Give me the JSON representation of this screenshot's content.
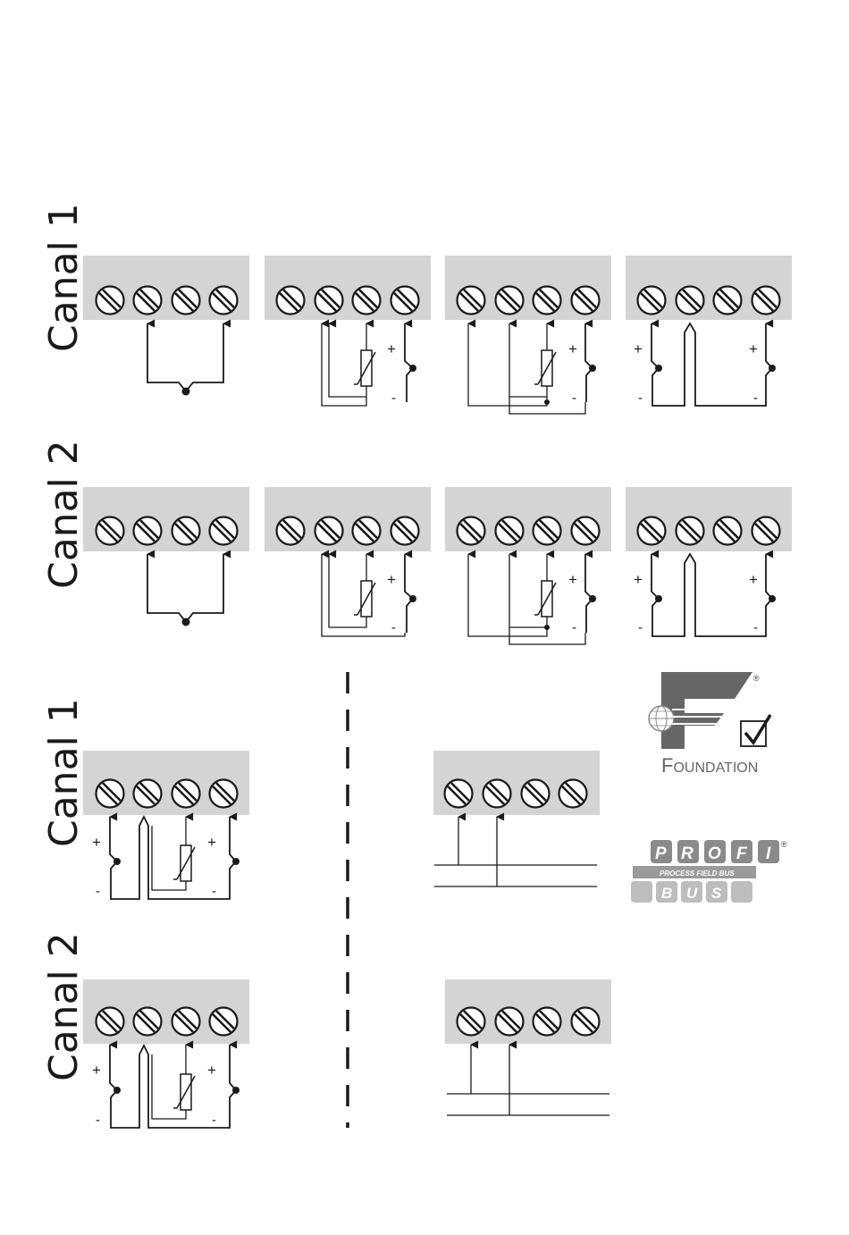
{
  "labels": {
    "canal1": "Canal 1",
    "canal2": "Canal 2",
    "plus": "+",
    "minus": "-"
  },
  "logos": {
    "foundation": {
      "text_initial": "F",
      "text_rest": "OUNDATION",
      "registered": "®"
    },
    "profibus": {
      "letters_top": [
        "P",
        "R",
        "O",
        "F",
        "I"
      ],
      "band_text": "PROCESS FIELD BUS",
      "letters_bottom": [
        "B",
        "U",
        "S"
      ],
      "registered": "®"
    }
  },
  "colors": {
    "strip": "#d4d4d4",
    "ink": "#1a1a1a",
    "foundation_logo": "#666666",
    "profibus_logo": "#8a8a8a"
  }
}
